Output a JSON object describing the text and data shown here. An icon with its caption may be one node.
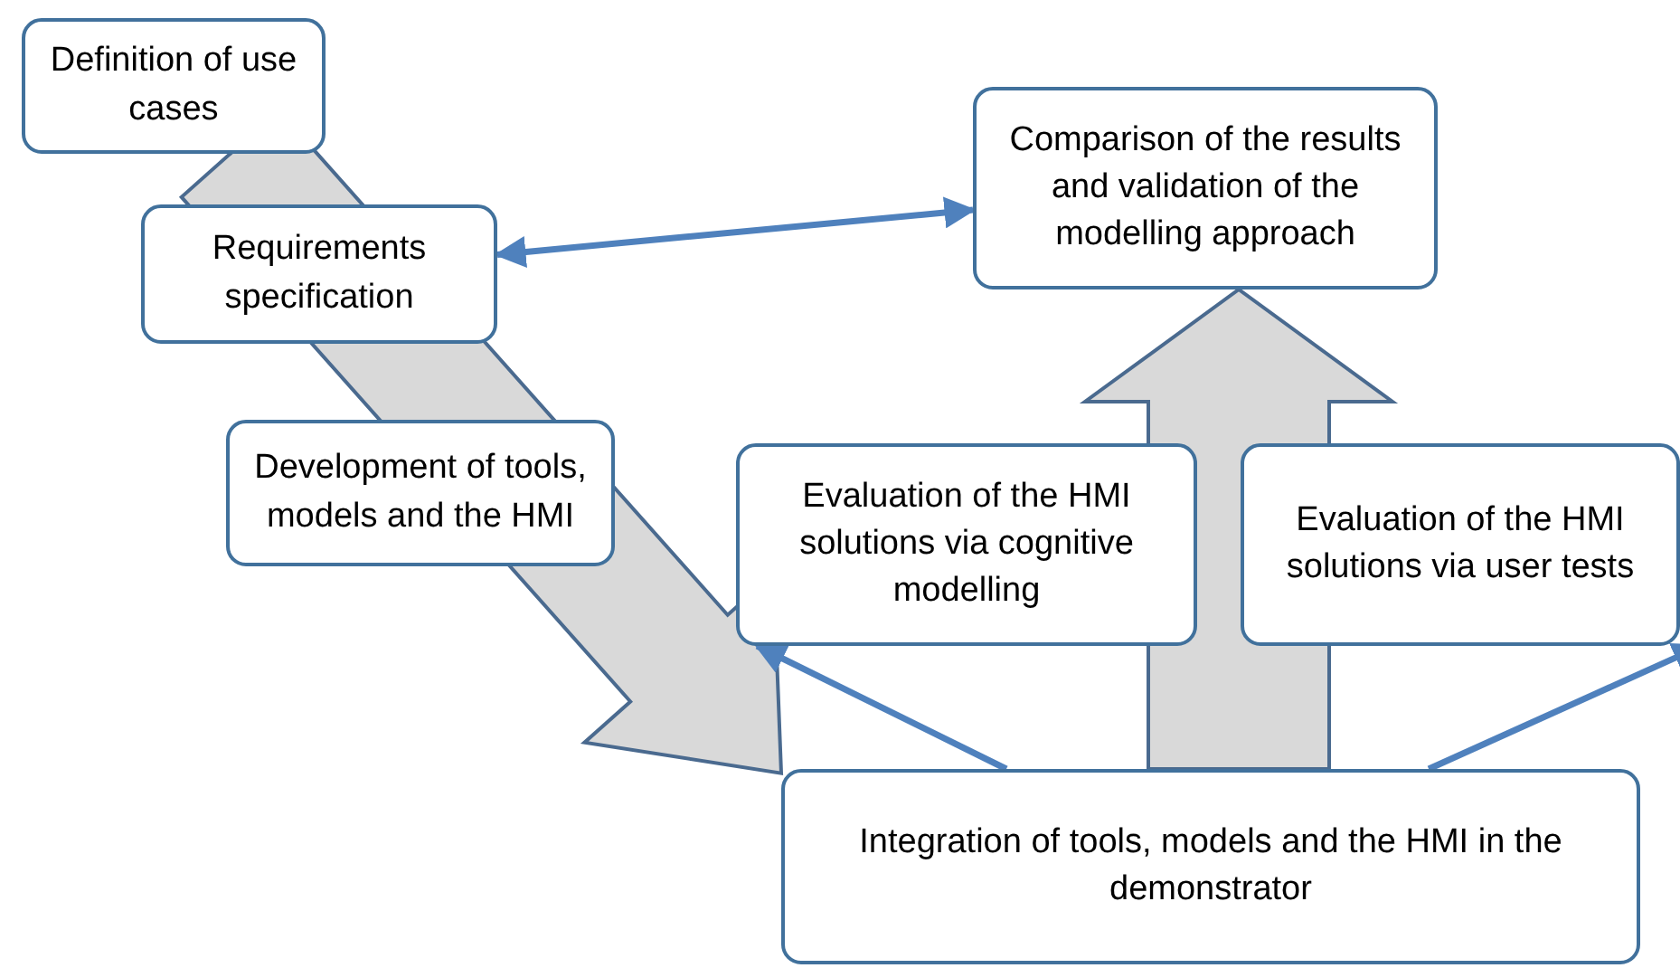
{
  "diagram": {
    "nodes": [
      {
        "text": [
          "Definition of use cases"
        ]
      },
      {
        "text": [
          "Requirements specification"
        ]
      },
      {
        "text": [
          "Development of tools, models and the HMI"
        ]
      },
      {
        "text": [
          "Comparison of the results and validation of the modelling approach"
        ]
      },
      {
        "text": [
          "Evaluation of the HMI solutions via cognitive modelling"
        ]
      },
      {
        "text": [
          "Evaluation of the HMI solutions via user tests"
        ]
      },
      {
        "text": [
          "Integration of tools, models and the HMI in the demonstrator"
        ]
      }
    ],
    "edges": [
      {
        "from": 0,
        "to": 6,
        "arrow": "to",
        "style": "thick",
        "color": "#d9d9d9"
      },
      {
        "from": 6,
        "to": 3,
        "arrow": "to",
        "style": "thick",
        "color": "#d9d9d9"
      },
      {
        "from": 1,
        "to": 3,
        "arrow": "both"
      },
      {
        "from": 6,
        "to": 4,
        "arrow": "to"
      },
      {
        "from": 6,
        "to": 5,
        "arrow": "to"
      }
    ]
  }
}
